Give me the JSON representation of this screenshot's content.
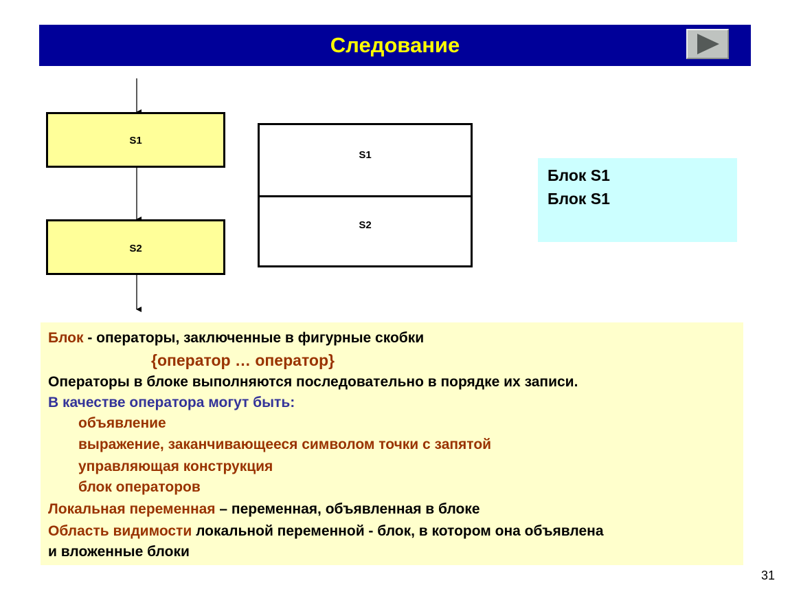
{
  "slide": {
    "title": "Следование",
    "page_number": "31",
    "next_icon": "triangle-right-icon"
  },
  "flowchart": {
    "blocks": [
      "S1",
      "S2"
    ]
  },
  "nassi_shneiderman": {
    "cells": [
      "S1",
      "S2"
    ]
  },
  "code": {
    "lines": [
      "Блок S1",
      "Блок S1"
    ]
  },
  "text": {
    "line1_term": "Блок",
    "line1_rest": " - операторы, заключенные в фигурные скобки",
    "line2": "{оператор … оператор}",
    "line3": "Операторы в блоке выполняются последовательно в порядке их записи.",
    "line4": "В качестве оператора могут быть:",
    "items": [
      "объявление",
      "выражение, заканчивающееся символом точки с запятой",
      "управляющая конструкция",
      "блок операторов"
    ],
    "line9_term": "Локальная переменная",
    "line9_rest": " – переменная, объявленная в блоке",
    "line10_term": "Область видимости",
    "line10_rest": " локальной переменной -  блок, в котором она объявлена",
    "line11": "и вложенные  блоки"
  },
  "colors": {
    "title_bar": "#000099",
    "title_text": "#ffff00",
    "flow_block": "#ffff99",
    "code_box": "#ccffff",
    "text_panel": "#ffffcc",
    "term_brown": "#993300",
    "term_blue": "#333399"
  }
}
